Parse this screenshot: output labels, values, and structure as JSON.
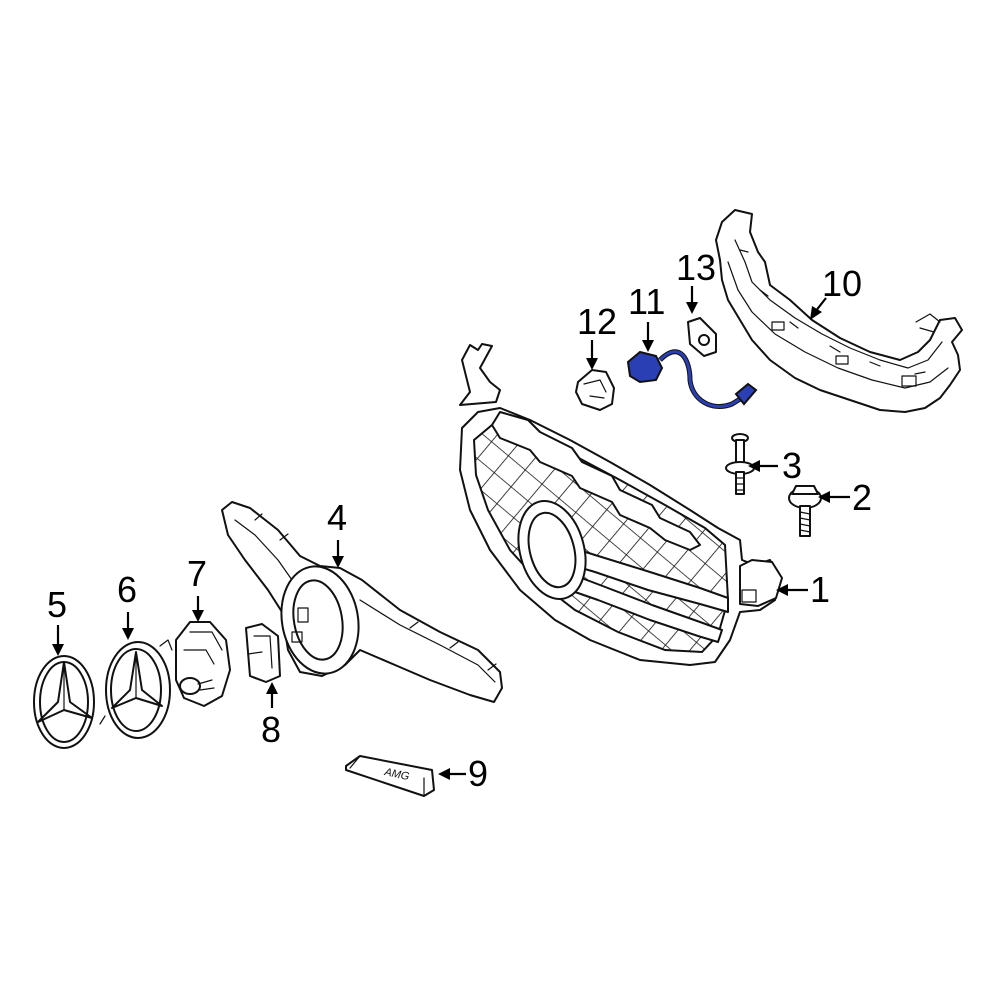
{
  "callouts": [
    {
      "id": "1",
      "label": "1"
    },
    {
      "id": "2",
      "label": "2"
    },
    {
      "id": "3",
      "label": "3"
    },
    {
      "id": "4",
      "label": "4"
    },
    {
      "id": "5",
      "label": "5"
    },
    {
      "id": "6",
      "label": "6"
    },
    {
      "id": "7",
      "label": "7"
    },
    {
      "id": "8",
      "label": "8"
    },
    {
      "id": "9",
      "label": "9"
    },
    {
      "id": "10",
      "label": "10"
    },
    {
      "id": "11",
      "label": "11"
    },
    {
      "id": "12",
      "label": "12"
    },
    {
      "id": "13",
      "label": "13"
    }
  ],
  "emblem_text": "AMG",
  "colors": {
    "line": "#111111",
    "highlight_part": "#2b3fb5",
    "background": "#ffffff"
  }
}
